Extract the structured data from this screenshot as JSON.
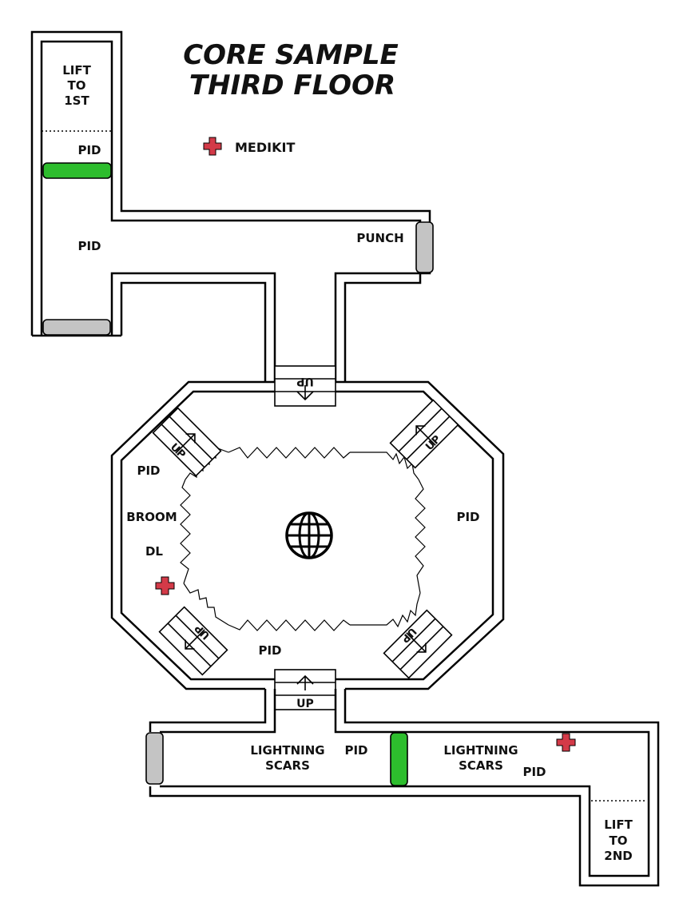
{
  "title": {
    "line1": "CORE SAMPLE",
    "line2": "THIRD FLOOR"
  },
  "legend": {
    "medikit_label": "MEDIKIT",
    "medikit_icon": "medical-cross-icon"
  },
  "labels": {
    "lift_1st": [
      "LIFT",
      "TO",
      "1ST"
    ],
    "lift_2nd": [
      "LIFT",
      "TO",
      "2ND"
    ],
    "pid": "PID",
    "punch": "PUNCH",
    "broom": "BROOM",
    "dl": "DL",
    "up": "UP",
    "lightning_scars": [
      "LIGHTNING",
      "SCARS"
    ]
  },
  "icons": {
    "center": "globe-icon",
    "stairs": "stairs-arrow-icon",
    "health": "medical-cross-icon"
  },
  "colors": {
    "wall": "#000000",
    "door_open": "#2dbd2d",
    "door_closed": "#c4c4c4",
    "medikit": "#d33a48"
  }
}
